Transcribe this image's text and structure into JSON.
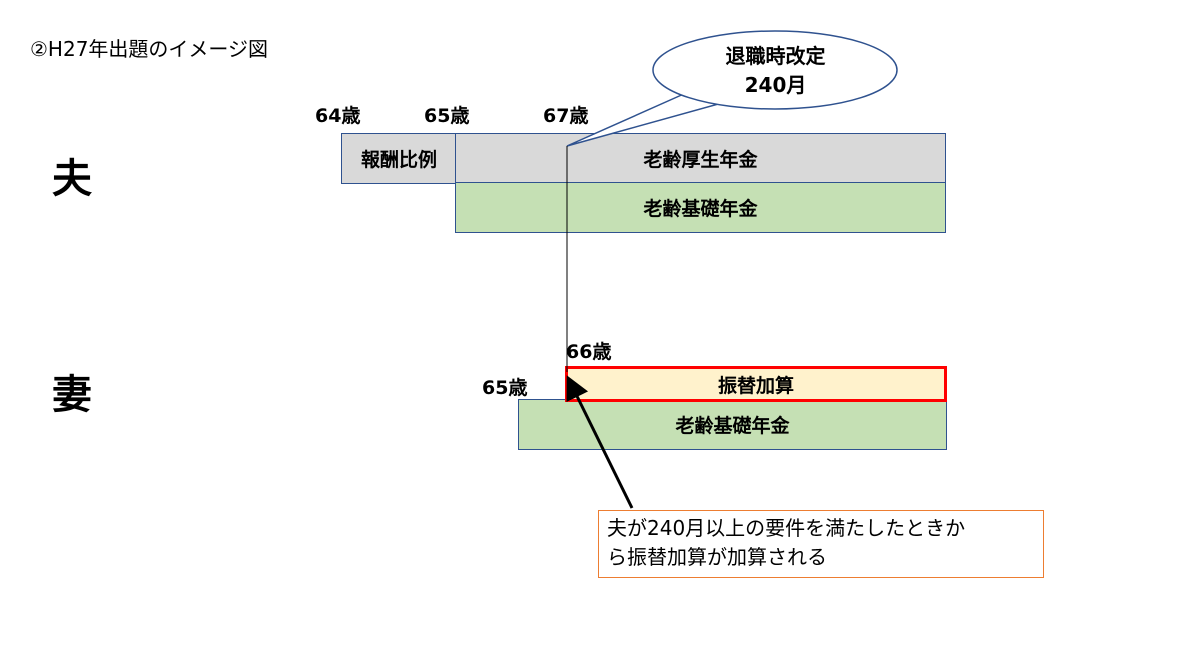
{
  "title": "②H27年出題のイメージ図",
  "bubble": {
    "line1": "退職時改定",
    "line2": "240月"
  },
  "husband": {
    "label": "夫",
    "ages": {
      "age64": "64歳",
      "age65": "65歳",
      "age67": "67歳"
    },
    "bars": {
      "hoshu_hirei": "報酬比例",
      "rorei_kosei": "老齢厚生年金",
      "rorei_kiso": "老齢基礎年金"
    }
  },
  "wife": {
    "label": "妻",
    "ages": {
      "age66": "66歳",
      "age65": "65歳"
    },
    "bars": {
      "furikae_kasan": "振替加算",
      "rorei_kiso": "老齢基礎年金"
    }
  },
  "callout": {
    "line1": "夫が240月以上の要件を満たしたときか",
    "line2": "ら振替加算が加算される"
  },
  "colors": {
    "bar_border": "#2f528f",
    "gray_fill": "#d9d9d9",
    "green_fill": "#c5e0b4",
    "yellow_fill": "#fff2cc",
    "highlight_border": "#ff0000",
    "callout_border": "#ed7d31"
  }
}
